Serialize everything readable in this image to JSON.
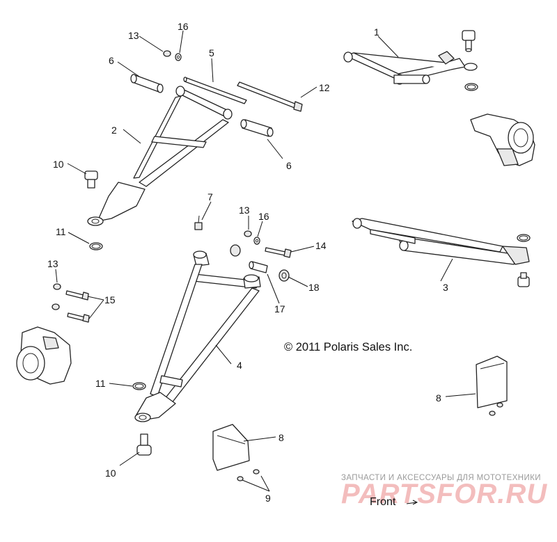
{
  "diagram": {
    "copyright": "© 2011 Polaris Sales Inc.",
    "front_label": "Front",
    "front_arrow": "→",
    "watermark": {
      "caption": "ЗАПЧАСТИ И АКСЕССУАРЫ ДЛЯ МОТОТЕХНИКИ",
      "logo": "PARTSFOR.RU"
    },
    "callouts": {
      "c1": "1",
      "c2": "2",
      "c3": "3",
      "c4": "4",
      "c5": "5",
      "c6a": "6",
      "c6b": "6",
      "c7": "7",
      "c8a": "8",
      "c8b": "8",
      "c9": "9",
      "c10a": "10",
      "c10b": "10",
      "c11a": "11",
      "c11b": "11",
      "c12": "12",
      "c13a": "13",
      "c13b": "13",
      "c13c": "13",
      "c14": "14",
      "c15": "15",
      "c16a": "16",
      "c16b": "16",
      "c17": "17",
      "c18": "18"
    }
  }
}
